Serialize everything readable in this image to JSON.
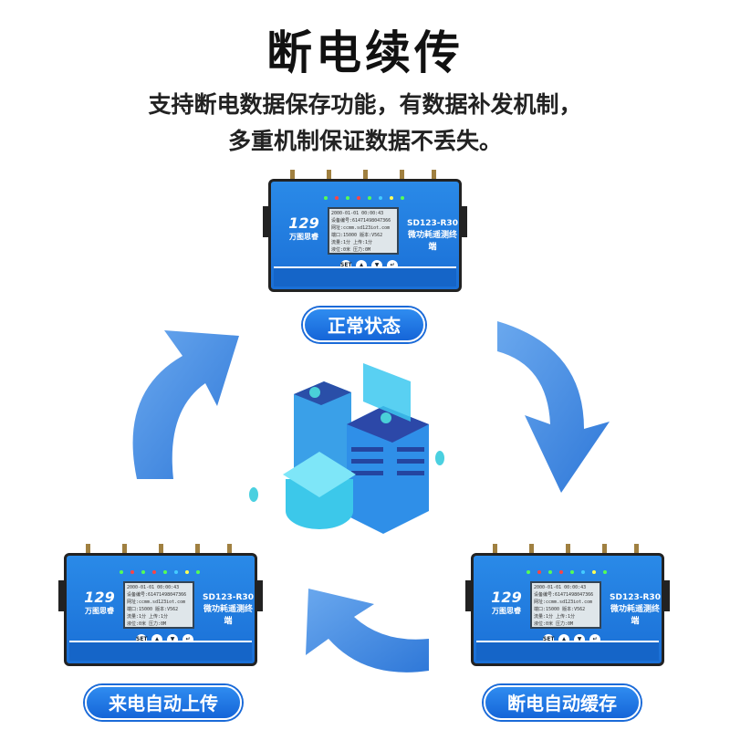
{
  "header": {
    "title": "断电续传",
    "subtitle_line1": "支持断电数据保存功能，有数据补发机制，",
    "subtitle_line2": "多重机制保证数据不丢失。"
  },
  "device": {
    "brand_number": "129",
    "brand_name": "万图思睿",
    "model": "SD123-R30",
    "model_desc": "微功耗遥测终端",
    "screen": [
      "2000-01-01 00:00:43",
      "设备编号:61471498047366",
      "网址:ccmm.sd123iot.com",
      "端口:15000  版本:V562",
      "流量:1分  上传:1分",
      "液位:0米  压力:0M"
    ],
    "buttons": [
      "SET",
      "▲",
      "▼",
      "↵"
    ]
  },
  "states": {
    "normal": "正常状态",
    "power_on_upload": "来电自动上传",
    "power_off_cache": "断电自动缓存"
  },
  "colors": {
    "accent": "#1a6fd6",
    "arrow": "#4a90e2"
  }
}
